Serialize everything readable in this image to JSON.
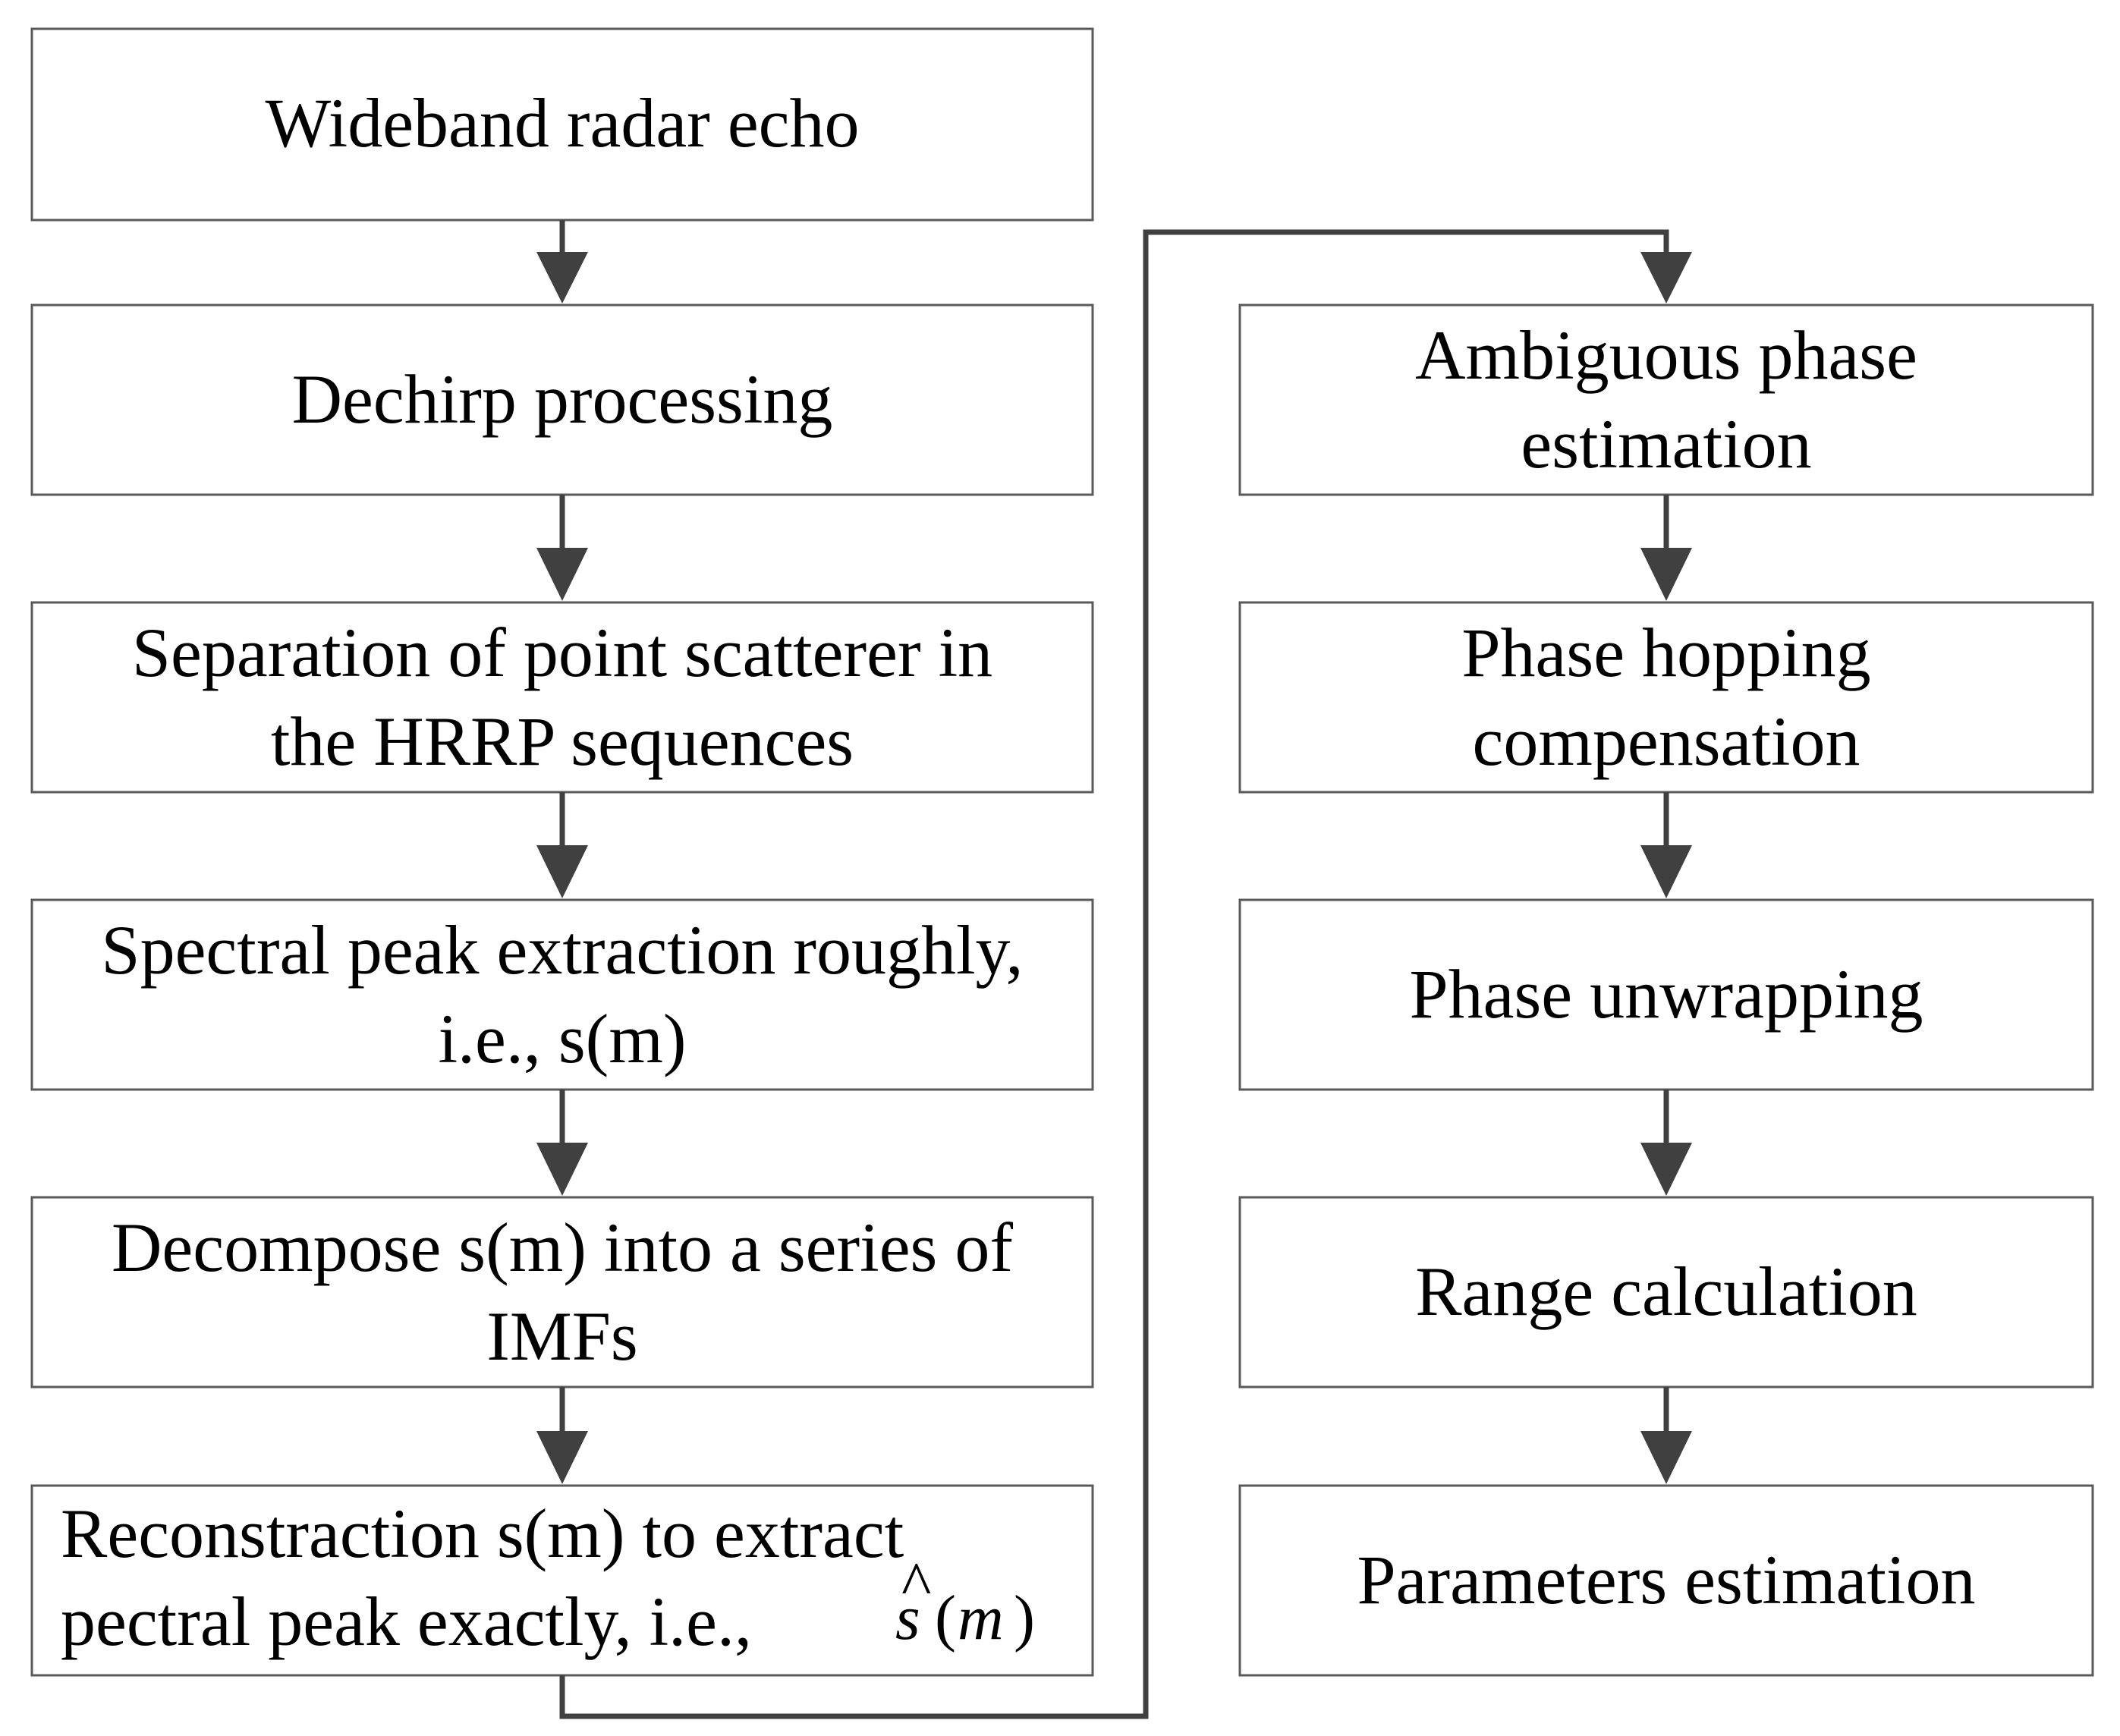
{
  "left_column": [
    {
      "id": "wideband-radar-echo",
      "lines": [
        "Wideband radar echo"
      ]
    },
    {
      "id": "dechirp-processing",
      "lines": [
        "Dechirp processing"
      ]
    },
    {
      "id": "separation",
      "lines": [
        "Separation of point scatterer in",
        "the HRRP sequences"
      ]
    },
    {
      "id": "spectral-peak-rough",
      "lines": [
        "Spectral peak extraction roughly,",
        "i.e., s(m)"
      ]
    },
    {
      "id": "decompose",
      "lines": [
        "Decompose s(m) into a series of",
        "IMFs"
      ]
    },
    {
      "id": "reconstraction",
      "lines": [
        "Reconstraction s(m) to extract",
        "pectral peak exactly, i.e.,"
      ]
    }
  ],
  "right_column": [
    {
      "id": "ambiguous-phase",
      "lines": [
        "Ambiguous phase",
        "estimation"
      ]
    },
    {
      "id": "phase-hopping",
      "lines": [
        "Phase hopping",
        "compensation"
      ]
    },
    {
      "id": "phase-unwrapping",
      "lines": [
        "Phase unwrapping"
      ]
    },
    {
      "id": "range-calculation",
      "lines": [
        "Range calculation"
      ]
    },
    {
      "id": "parameters-estimation",
      "lines": [
        "Parameters estimation"
      ]
    }
  ],
  "math": {
    "s_hat": {
      "symbol": "s",
      "hat": "^",
      "open": "(",
      "var": "m",
      "close": ")"
    }
  }
}
